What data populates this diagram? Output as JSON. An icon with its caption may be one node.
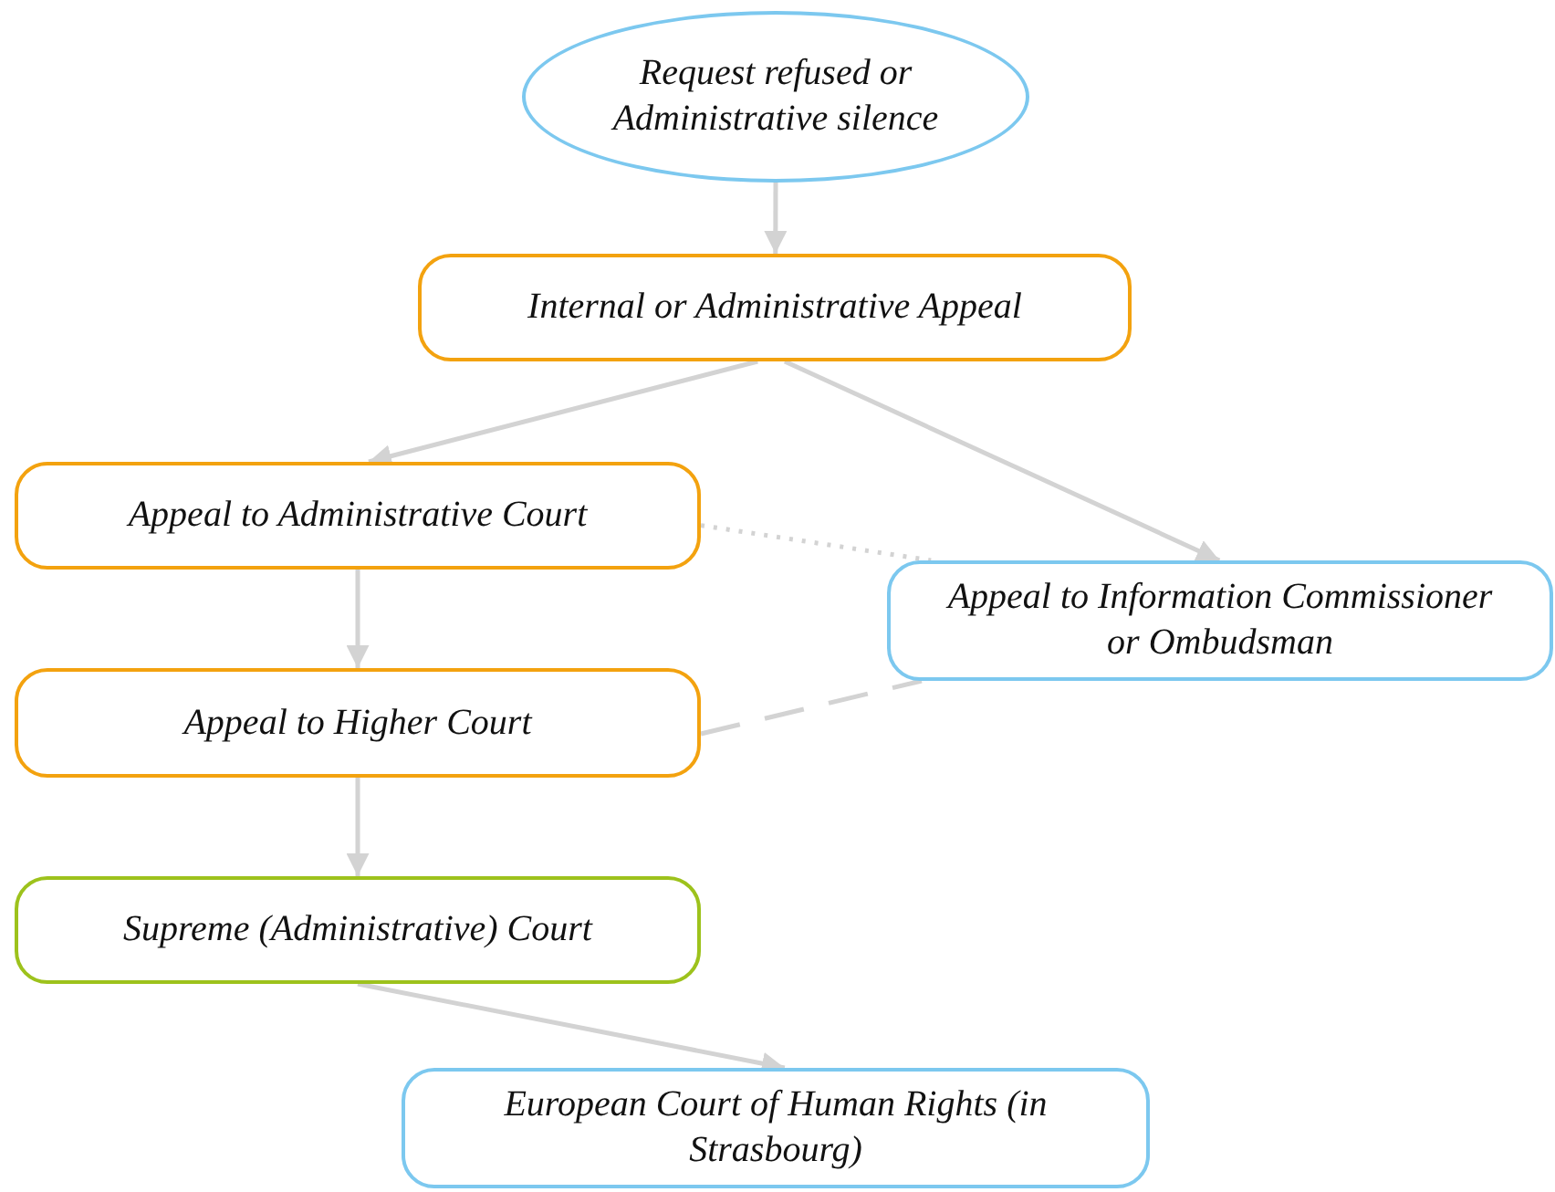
{
  "diagram": {
    "nodes": [
      {
        "text": [
          "Request refused or Administrative silence"
        ]
      },
      {
        "text": [
          "Internal or Administrative Appeal"
        ]
      },
      {
        "text": [
          "Appeal to Administrative Court"
        ]
      },
      {
        "text": [
          "Appeal to Information Commissioner or Ombudsman"
        ]
      },
      {
        "text": [
          "Appeal to Higher Court"
        ]
      },
      {
        "text": [
          "Supreme (Administrative) Court"
        ]
      },
      {
        "text": [
          "European Court of Human Rights (in Strasbourg)"
        ]
      }
    ],
    "edges": [
      {
        "from": 0,
        "to": 1,
        "arrow": "to"
      },
      {
        "from": 1,
        "to": 2,
        "arrow": "to"
      },
      {
        "from": 1,
        "to": 3,
        "arrow": "to"
      },
      {
        "from": 2,
        "to": 4,
        "arrow": "to"
      },
      {
        "from": 4,
        "to": 5,
        "arrow": "to"
      },
      {
        "from": 5,
        "to": 6,
        "arrow": "to"
      },
      {
        "from": 2,
        "to": 3,
        "arrow": "none",
        "style": "dashed"
      },
      {
        "from": 4,
        "to": 3,
        "arrow": "none",
        "style": "dashed"
      }
    ]
  }
}
